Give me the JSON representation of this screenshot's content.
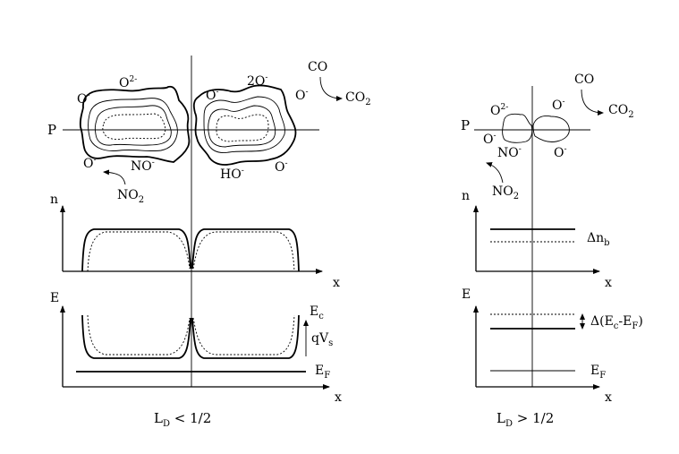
{
  "left": {
    "p_label": "P",
    "n_label": "n",
    "e_label": "E",
    "x_label_n": "x",
    "x_label_e": "x",
    "species": {
      "o2_minus": "O",
      "o2_minus_sup": "2-",
      "o_minus_tl": "O",
      "o_minus_tl_sup": "-",
      "two_o_minus": "2O",
      "two_o_minus_sup": "-",
      "o_minus_tm": "O",
      "o_minus_tm_sup": "-",
      "o_minus_tr": "O",
      "o_minus_tr_sup": "-",
      "o_minus_bl": "O",
      "o_minus_bl_sup": "-",
      "no_minus": "NO",
      "no_minus_sup": "-",
      "ho_minus": "HO",
      "ho_minus_sup": "-",
      "o_minus_br": "O",
      "o_minus_br_sup": "-",
      "no2": "NO",
      "no2_sub": "2",
      "co": "CO",
      "co2": "CO",
      "co2_sub": "2"
    },
    "ec_label": "E",
    "ec_sub": "c",
    "qvs_label": "qV",
    "qvs_sub": "s",
    "ef_label": "E",
    "ef_sub": "F",
    "caption": "L",
    "caption_sub": "D",
    "caption_rest": " < 1/2"
  },
  "right": {
    "p_label": "P",
    "n_label": "n",
    "e_label": "E",
    "x_label_n": "x",
    "x_label_e": "x",
    "species": {
      "o2_minus": "O",
      "o2_minus_sup": "2-",
      "o_minus_tr": "O",
      "o_minus_tr_sup": "-",
      "o_minus_l": "O",
      "o_minus_l_sup": "-",
      "no_minus": "NO",
      "no_minus_sup": "-",
      "o_minus_br": "O",
      "o_minus_br_sup": "-",
      "no2": "NO",
      "no2_sub": "2",
      "co": "CO",
      "co2": "CO",
      "co2_sub": "2"
    },
    "dnb_label": "Δn",
    "dnb_sub": "b",
    "dece_label": "Δ(E",
    "dece_sub1": "c",
    "dece_mid": "-E",
    "dece_sub2": "F",
    "dece_end": ")",
    "ef_label": "E",
    "ef_sub": "F",
    "caption": "L",
    "caption_sub": "D",
    "caption_rest": " > 1/2"
  }
}
